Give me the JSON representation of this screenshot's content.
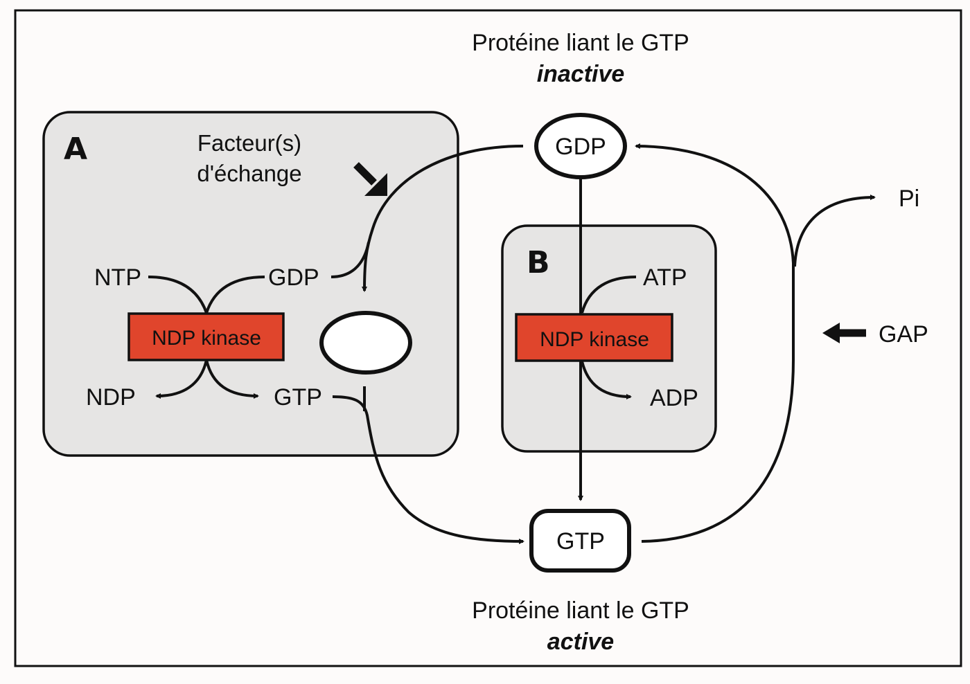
{
  "diagram": {
    "top_label": {
      "line1": "Protéine liant le GTP",
      "line2": "inactive"
    },
    "bottom_label": {
      "line1": "Protéine liant le GTP",
      "line2": "active"
    },
    "nodes": {
      "gdp_state": "GDP",
      "gtp_state": "GTP",
      "empty_state": ""
    },
    "panel_a": {
      "letter": "A",
      "exchange_label_line1": "Facteur(s)",
      "exchange_label_line2": "d'échange",
      "enzyme": "NDP kinase",
      "substrate_left_in": "NTP",
      "substrate_right_in": "GDP",
      "product_left_out": "NDP",
      "product_right_out": "GTP"
    },
    "panel_b": {
      "letter": "B",
      "enzyme": "NDP kinase",
      "substrate_in": "ATP",
      "product_out": "ADP"
    },
    "hydrolysis": {
      "product": "Pi",
      "activator": "GAP"
    },
    "colors": {
      "panel_fill": "#e6e5e4",
      "enzyme_fill": "#e0452c",
      "background": "#fdfbfa",
      "line": "#111111"
    }
  }
}
